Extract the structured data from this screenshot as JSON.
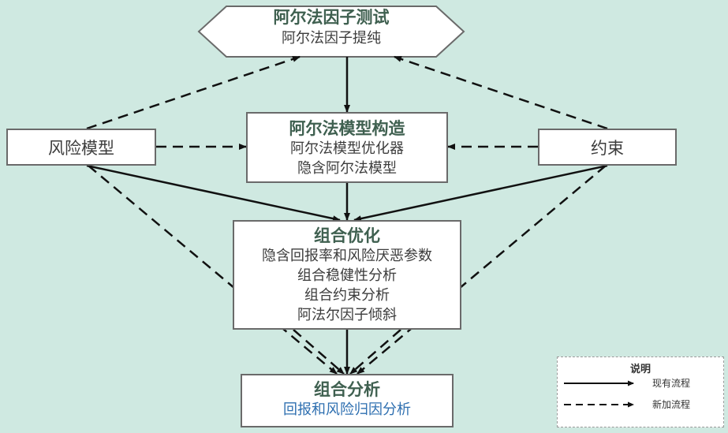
{
  "nodes": {
    "alpha_test": {
      "title": "阿尔法因子测试",
      "lines": [
        "阿尔法因子提纯"
      ]
    },
    "alpha_model": {
      "title": "阿尔法模型构造",
      "lines": [
        "阿尔法模型优化器",
        "隐含阿尔法模型"
      ]
    },
    "portfolio_opt": {
      "title": "组合优化",
      "lines": [
        "隐含回报率和风险厌恶参数",
        "组合稳健性分析",
        "组合约束分析",
        "阿法尔因子倾斜"
      ]
    },
    "portfolio_analysis": {
      "title": "组合分析",
      "lines": [
        "回报和风险归因分析"
      ]
    },
    "risk_model": {
      "label": "风险模型"
    },
    "constraints": {
      "label": "约束"
    }
  },
  "legend": {
    "title": "说明",
    "existing": "现有流程",
    "new": "新加流程"
  },
  "colors": {
    "background": "#cfe9e1",
    "title_text": "#3f6050",
    "attribution_text": "#2e6fb0",
    "arrow": "#111111"
  }
}
